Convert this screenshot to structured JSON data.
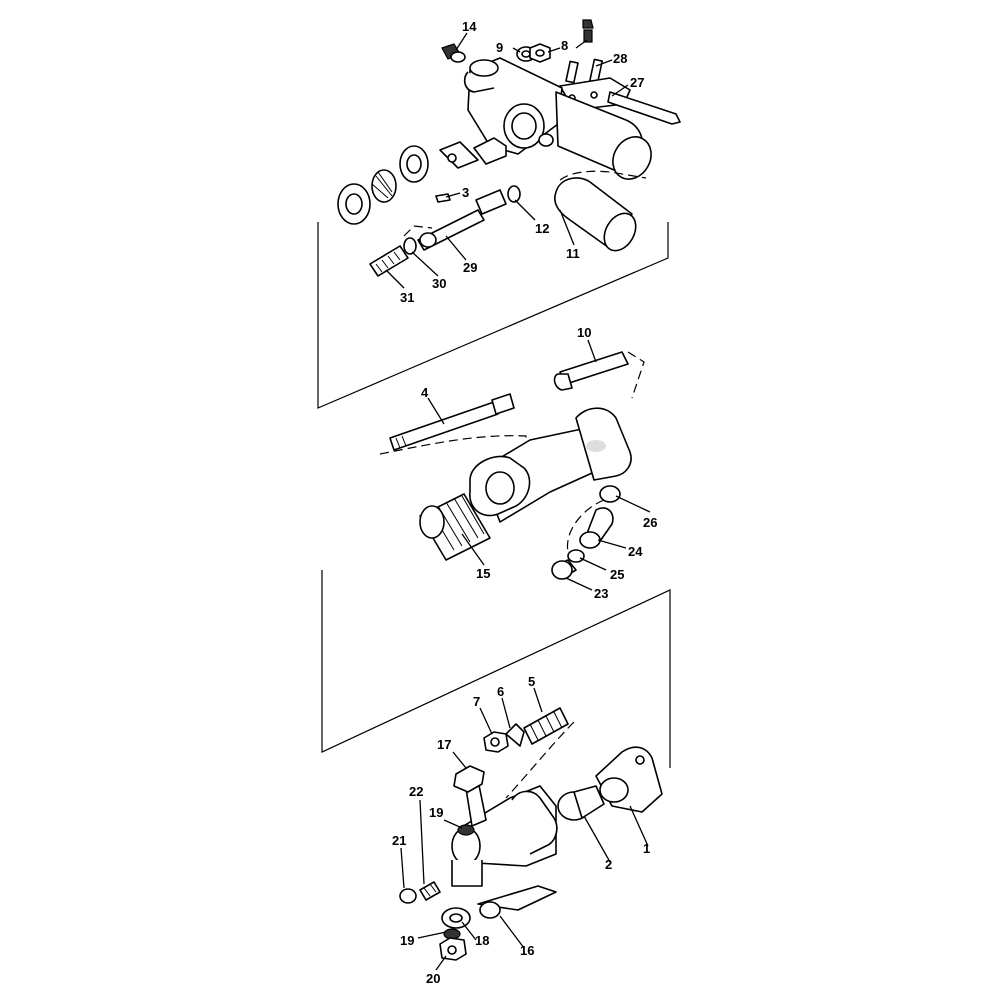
{
  "callouts": [
    {
      "id": "c14",
      "text": "14"
    },
    {
      "id": "c9",
      "text": "9"
    },
    {
      "id": "c8",
      "text": "8"
    },
    {
      "id": "c28",
      "text": "28"
    },
    {
      "id": "c27",
      "text": "27"
    },
    {
      "id": "c3",
      "text": "3"
    },
    {
      "id": "c12",
      "text": "12"
    },
    {
      "id": "c11",
      "text": "11"
    },
    {
      "id": "c29",
      "text": "29"
    },
    {
      "id": "c30",
      "text": "30"
    },
    {
      "id": "c31",
      "text": "31"
    },
    {
      "id": "c10",
      "text": "10"
    },
    {
      "id": "c4",
      "text": "4"
    },
    {
      "id": "c26",
      "text": "26"
    },
    {
      "id": "c24",
      "text": "24"
    },
    {
      "id": "c15",
      "text": "15"
    },
    {
      "id": "c25",
      "text": "25"
    },
    {
      "id": "c23",
      "text": "23"
    },
    {
      "id": "c7",
      "text": "7"
    },
    {
      "id": "c6",
      "text": "6"
    },
    {
      "id": "c5",
      "text": "5"
    },
    {
      "id": "c17",
      "text": "17"
    },
    {
      "id": "c22",
      "text": "22"
    },
    {
      "id": "c19a",
      "text": "19"
    },
    {
      "id": "c21",
      "text": "21"
    },
    {
      "id": "c2",
      "text": "2"
    },
    {
      "id": "c1",
      "text": "1"
    },
    {
      "id": "c19b",
      "text": "19"
    },
    {
      "id": "c18",
      "text": "18"
    },
    {
      "id": "c16",
      "text": "16"
    },
    {
      "id": "c20",
      "text": "20"
    }
  ]
}
